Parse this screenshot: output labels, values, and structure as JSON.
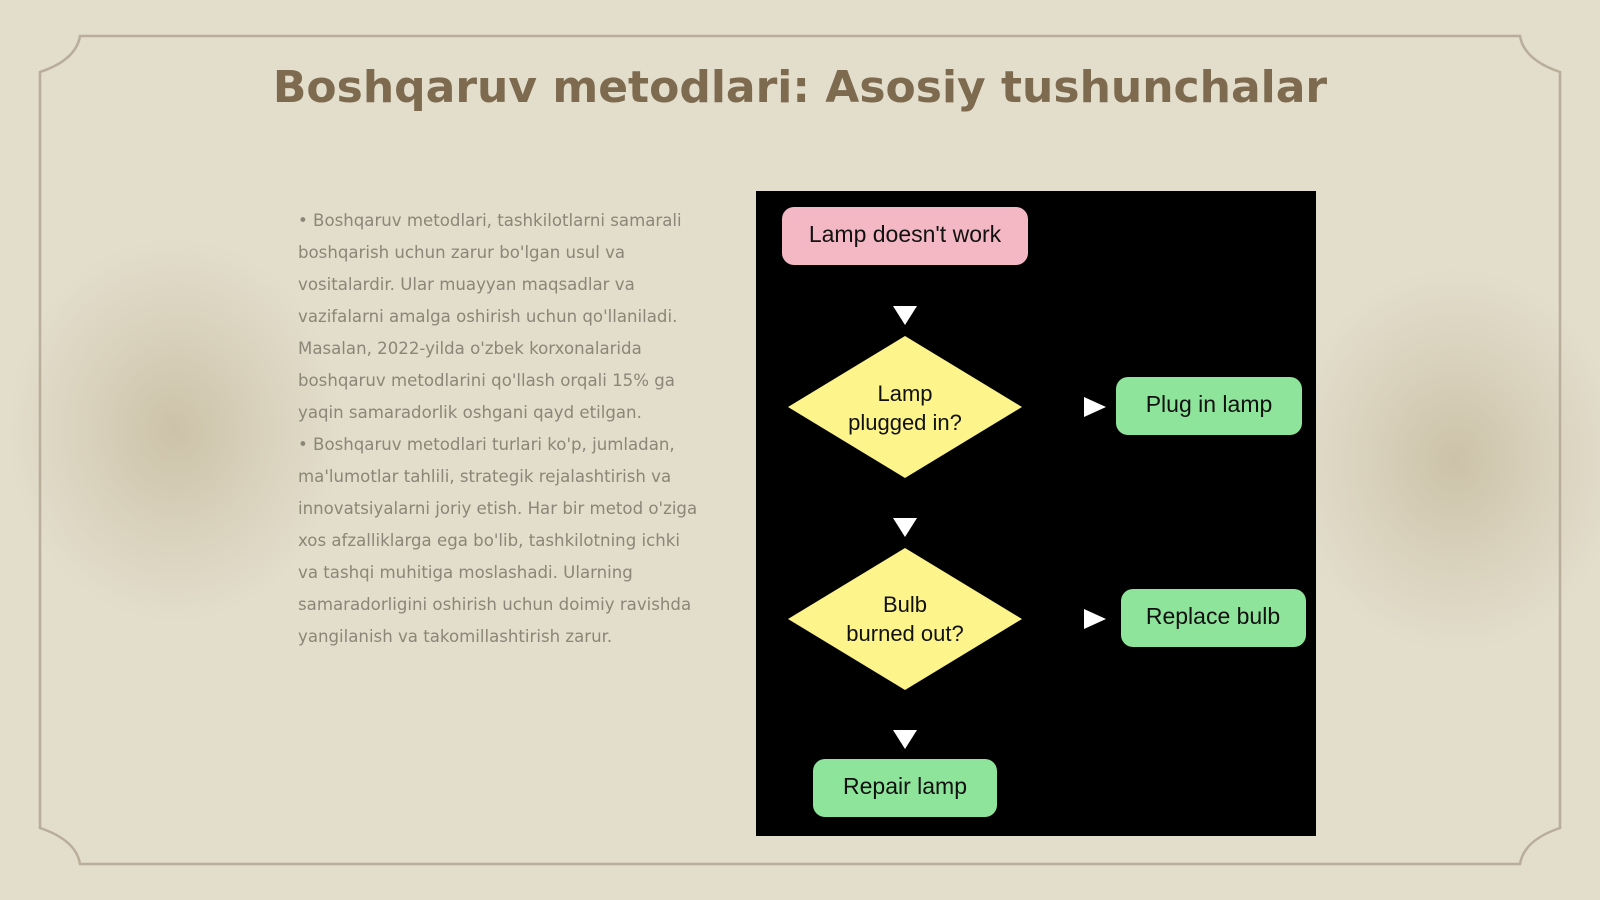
{
  "slide": {
    "title": "Boshqaruv metodlari: Asosiy tushunchalar",
    "bullets": [
      "• Boshqaruv metodlari, tashkilotlarni samarali boshqarish uchun zarur bo'lgan usul va vositalardir. Ular muayyan maqsadlar va vazifalarni amalga oshirish uchun qo'llaniladi. Masalan, 2022-yilda o'zbek korxonalarida boshqaruv metodlarini qo'llash orqali 15% ga yaqin samaradorlik oshgani qayd etilgan.",
      "• Boshqaruv metodlari turlari ko'p, jumladan, ma'lumotlar tahlili, strategik rejalashtirish va innovatsiyalarni joriy etish. Har bir metod o'ziga xos afzalliklarga ega bo'lib, tashkilotning ichki va tashqi muhitiga moslashadi. Ularning samaradorligini oshirish uchun doimiy ravishda yangilanish va takomillashtirish zarur."
    ]
  },
  "flowchart": {
    "start": "Lamp doesn't work",
    "decision1": {
      "line1": "Lamp",
      "line2": "plugged in?"
    },
    "action1": "Plug in lamp",
    "decision2": {
      "line1": "Bulb",
      "line2": "burned out?"
    },
    "action2": "Replace bulb",
    "end": "Repair lamp"
  },
  "colors": {
    "background": "#e3ddcc",
    "title": "#7d6a4f",
    "text": "#8c8678",
    "frame": "#b8ae9a",
    "diagram_bg": "#000000",
    "start_node": "#f4b8c4",
    "decision_node": "#fdf48b",
    "action_node": "#8ee49a",
    "arrow": "#ffffff"
  }
}
